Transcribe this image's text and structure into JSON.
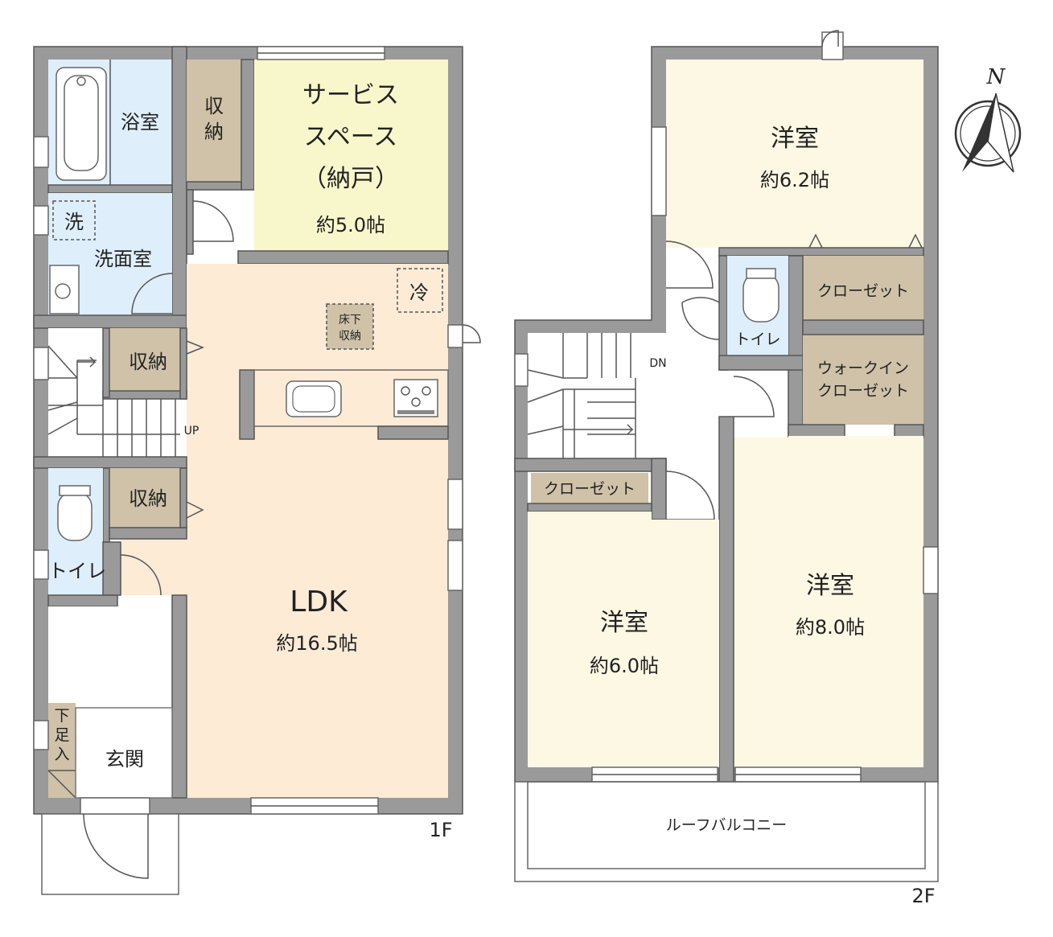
{
  "floor1": {
    "label": "1F",
    "bath": "浴室",
    "washroom": "洗面室",
    "washer": "洗",
    "storage_a": [
      "収",
      "納"
    ],
    "storage_b": "収納",
    "storage_c": "収納",
    "service_space": [
      "サービス",
      "スペース",
      "（納戸）"
    ],
    "service_size": "約5.0帖",
    "fridge": "冷",
    "underfloor": [
      "床下",
      "収納"
    ],
    "up": "UP",
    "toilet": "トイレ",
    "ldk": "LDK",
    "ldk_size": "約16.5帖",
    "shoe": [
      "下",
      "足",
      "入"
    ],
    "entrance": "玄関"
  },
  "floor2": {
    "label": "2F",
    "room1": "洋室",
    "room1_size": "約6.2帖",
    "closet1": "クローゼット",
    "toilet": "トイレ",
    "wic": [
      "ウォークイン",
      "クローゼット"
    ],
    "dn": "DN",
    "closet2": "クローゼット",
    "room2": "洋室",
    "room2_size": "約6.0帖",
    "room3": "洋室",
    "room3_size": "約8.0帖",
    "balcony": "ルーフバルコニー"
  },
  "compass": "N",
  "colors": {
    "wet": "#dfeefb",
    "storage": "#cfc2a8",
    "service": "#f8f7cc",
    "ldk": "#fdebd6",
    "room": "#fcf8e3",
    "wall": "#9a9a9a"
  }
}
